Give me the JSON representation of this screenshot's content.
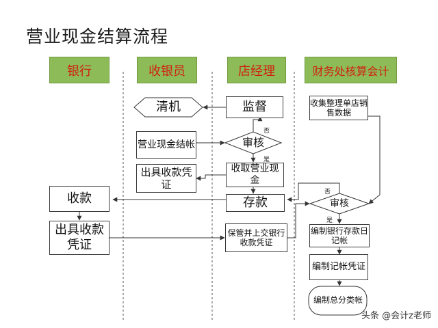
{
  "title": "营业现金结算流程",
  "lanes": [
    "银行",
    "收银员",
    "店经理",
    "财务处核算会计"
  ],
  "nodes": {
    "qingji": "清机",
    "jiandu": "监督",
    "shouji": "收集整理单店销售数据",
    "jiezhang": "营业现金结帐",
    "shenhe1": "审核",
    "pingzheng1": "出具收款凭证",
    "shouqu": "收取营业现金",
    "shoukuan": "收款",
    "cunkuan": "存款",
    "shenhe2": "审核",
    "pingzheng2": "出具收款凭证",
    "baoguan": "保管并上交银行收款凭证",
    "cunkuan_rizhi": "编制银行存款日记帐",
    "jizhang_pz": "编制记帐凭证",
    "zongfen": "编制总分类帐"
  },
  "edge_labels": {
    "no": "否",
    "yes": "是"
  },
  "watermark": "头条 @会计z老师",
  "colors": {
    "lane_header_bg": "#8dbb58",
    "lane_header_text": "#d11f10"
  }
}
